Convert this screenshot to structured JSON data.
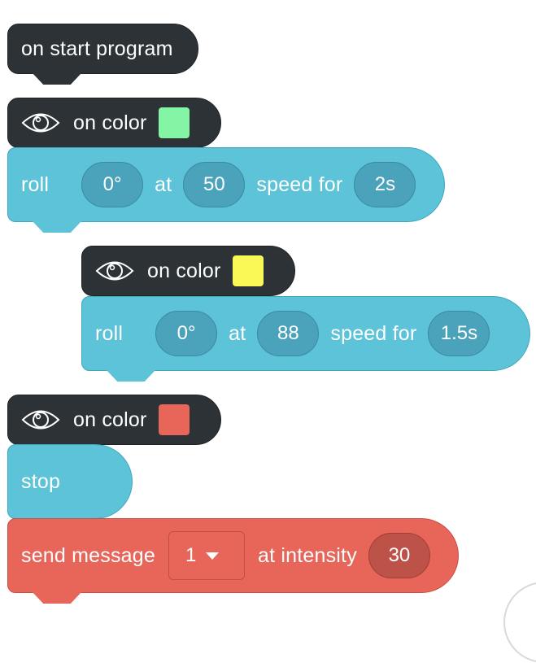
{
  "blocks": {
    "start": {
      "label": "on start program"
    },
    "event1": {
      "label": "on color",
      "color": "#84f5a4"
    },
    "roll1": {
      "label": "roll",
      "angle": "0°",
      "at": "at",
      "speed": "50",
      "speed_for": "speed for",
      "duration": "2s"
    },
    "event2": {
      "label": "on color",
      "color": "#f8f857"
    },
    "roll2": {
      "label": "roll",
      "angle": "0°",
      "at": "at",
      "speed": "88",
      "speed_for": "speed for",
      "duration": "1.5s"
    },
    "event3": {
      "label": "on color",
      "color": "#e8655a"
    },
    "stop": {
      "label": "stop"
    },
    "send": {
      "label": "send message",
      "message": "1",
      "at_intensity": "at intensity",
      "intensity": "30"
    }
  },
  "colors": {
    "event_bg": "#2d3236",
    "command_bg": "#5cc3d8",
    "message_bg": "#e8655a"
  },
  "icons": {
    "event_icon": "eye-icon",
    "dropdown_icon": "caret-down-icon"
  }
}
